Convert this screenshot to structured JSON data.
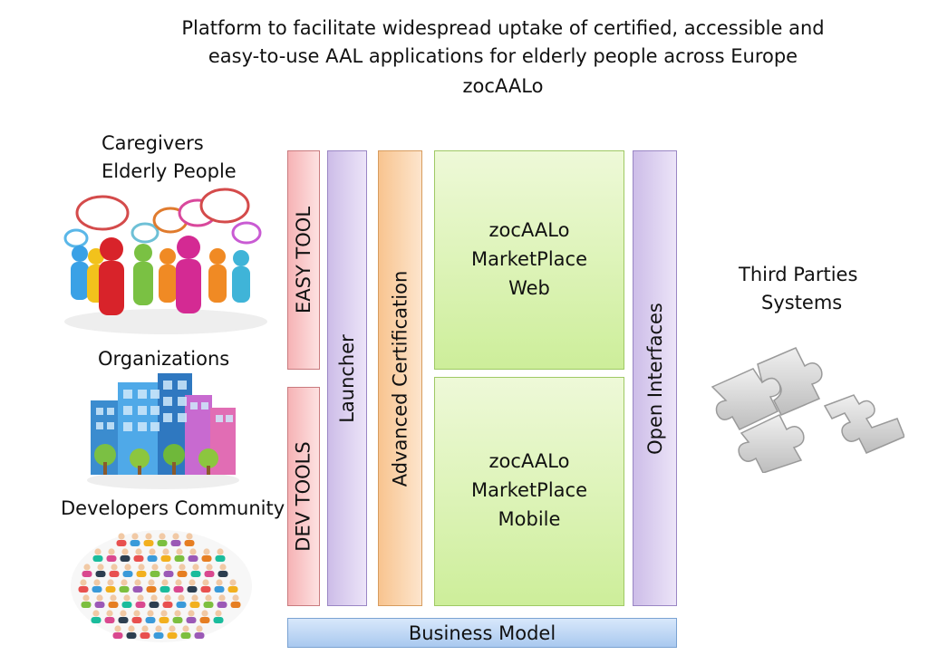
{
  "title": {
    "line1": "Platform to facilitate widespread uptake of certified, accessible and",
    "line2": "easy-to-use AAL applications for elderly people across Europe",
    "line3": "zocAALo"
  },
  "left": {
    "caregivers": "Caregivers",
    "elderly": "Elderly People",
    "organizations": "Organizations",
    "developers": "Developers Community"
  },
  "columns": {
    "easy_tool": "EASY TOOL",
    "dev_tools": "DEV TOOLS",
    "launcher": "Launcher",
    "certification": "Advanced Certification",
    "open_interfaces": "Open Interfaces"
  },
  "marketplace": {
    "web": [
      "zocAALo",
      "MarketPlace",
      "Web"
    ],
    "mobile": [
      "zocAALo",
      "MarketPlace",
      "Mobile"
    ]
  },
  "business_model": "Business Model",
  "right": {
    "line1": "Third Parties",
    "line2": "Systems"
  },
  "icons": {
    "people": "people-chat-icon",
    "buildings": "buildings-icon",
    "community": "community-avatars-icon",
    "puzzle": "puzzle-icon"
  }
}
